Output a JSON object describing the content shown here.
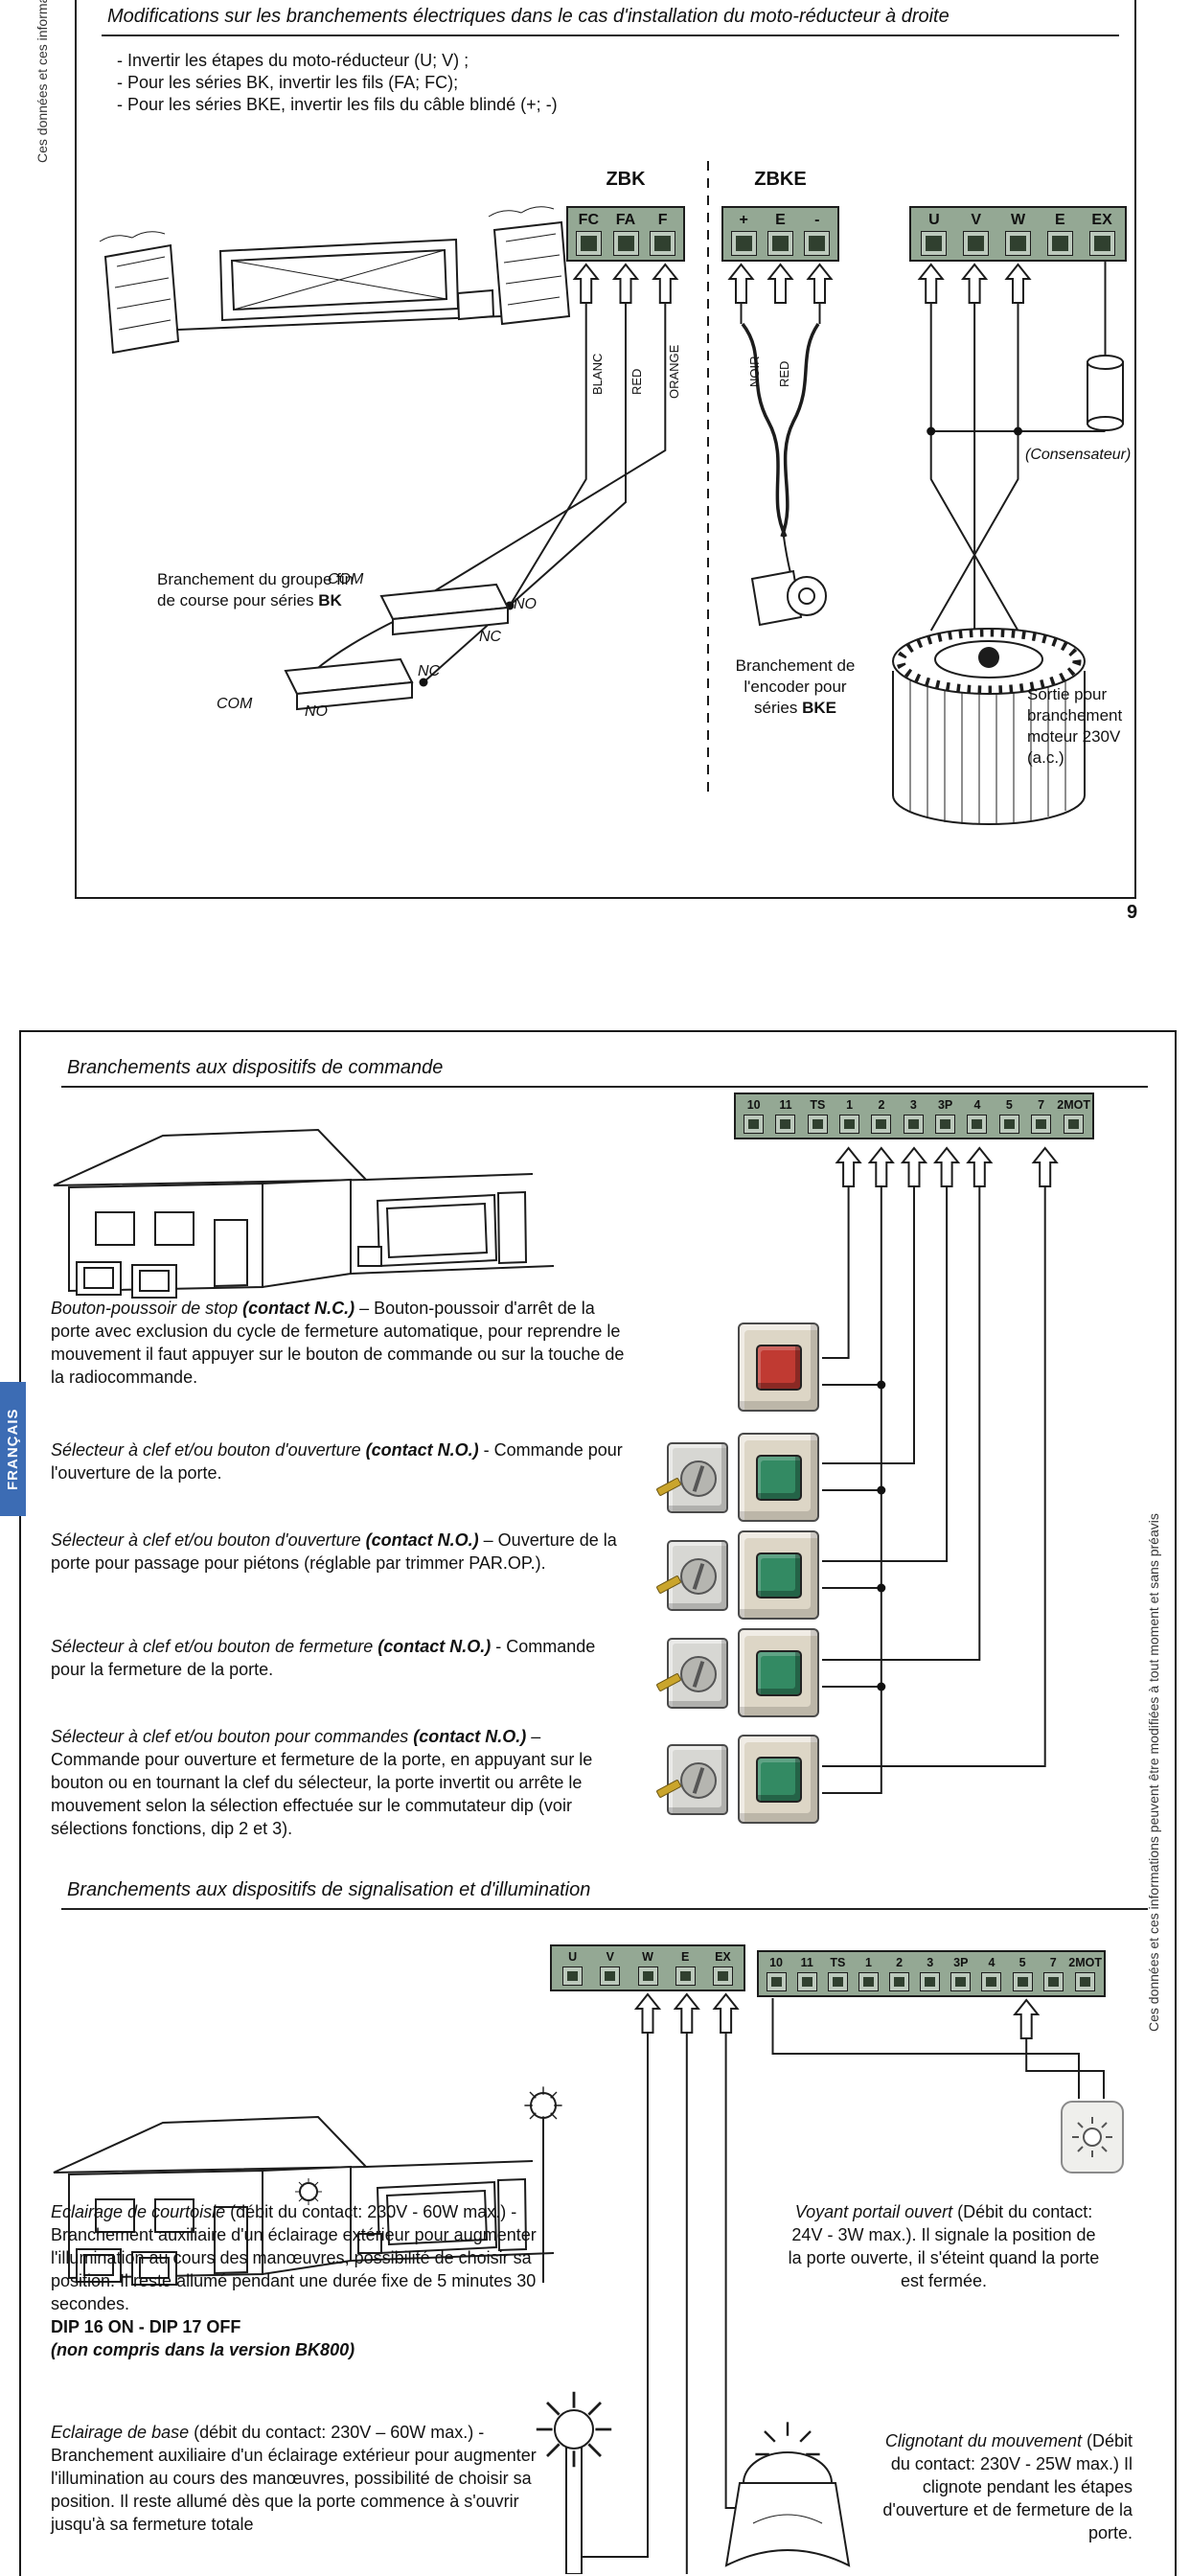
{
  "colors": {
    "accent_blue": "#3c6cb4",
    "terminal_green": "#94a894",
    "button_red": "#c03a32",
    "button_green": "#338a63"
  },
  "page1": {
    "margin_note": "Ces données et ces informations peuv",
    "title": "Modifications sur les branchements électriques dans le cas d'installation du moto-réducteur à droite",
    "bullets": [
      "- Invertir les étapes du moto-réducteur (U; V) ;",
      "- Pour les séries BK, invertir les fils (FA; FC);",
      "- Pour les séries BKE, invertir les fils du câble blindé (+; -)"
    ],
    "zbk": {
      "label": "ZBK",
      "terminals": [
        "FC",
        "FA",
        "F"
      ],
      "wire_labels": [
        "BLANC",
        "RED",
        "ORANGE"
      ]
    },
    "zbke": {
      "label": "ZBKE",
      "terminals": [
        "+",
        "E",
        "-"
      ],
      "wire_labels": [
        "NOIR",
        "RED"
      ]
    },
    "motor_terminals": [
      "U",
      "V",
      "W",
      "E",
      "EX"
    ],
    "limit_caption": [
      {
        "t": "Branchement du groupe fin\nde course pour séries "
      },
      {
        "t": "BK",
        "s": "b"
      }
    ],
    "encoder_caption": [
      {
        "t": "Branchement de\nl'encoder pour\nséries "
      },
      {
        "t": "BKE",
        "s": "b"
      }
    ],
    "condenser_caption": "(Consensateur)",
    "motor_caption": "Sortie pour\nbranchement\nmoteur 230V\n(a.c.)",
    "contacts": {
      "com": "COM",
      "no": "NO",
      "nc": "NC"
    },
    "page_number": "9"
  },
  "page2": {
    "ribbon": "FRANÇAIS",
    "margin_note": "Ces données et ces informations peuvent être modifiées à tout moment et sans préavis",
    "section_command": {
      "title": "Branchements aux dispositifs de commande",
      "terminals": [
        "10",
        "11",
        "TS",
        "1",
        "2",
        "3",
        "3P",
        "4",
        "5",
        "7",
        "2MOT"
      ],
      "paragraphs": [
        [
          {
            "t": "Bouton-poussoir de stop ",
            "s": "i"
          },
          {
            "t": "(contact N.C.)",
            "s": "bi"
          },
          {
            "t": " – Bouton-poussoir d'arrêt de la porte avec exclusion du cycle de fermeture automatique, pour reprendre le mouvement il faut appuyer sur le bouton de commande ou sur la touche de la radiocommande."
          }
        ],
        [
          {
            "t": "Sélecteur à clef et/ou bouton d'ouverture ",
            "s": "i"
          },
          {
            "t": "(contact N.O.)",
            "s": "bi"
          },
          {
            "t": " - Commande pour l'ouverture de la porte."
          }
        ],
        [
          {
            "t": "Sélecteur à clef et/ou bouton d'ouverture ",
            "s": "i"
          },
          {
            "t": "(contact N.O.)",
            "s": "bi"
          },
          {
            "t": " – Ouverture de la porte pour passage pour piétons (réglable par trimmer PAR.OP.)."
          }
        ],
        [
          {
            "t": "Sélecteur à clef et/ou bouton de fermeture ",
            "s": "i"
          },
          {
            "t": "(contact N.O.)",
            "s": "bi"
          },
          {
            "t": " - Commande pour la fermeture de la porte."
          }
        ],
        [
          {
            "t": "Sélecteur à clef et/ou bouton pour commandes ",
            "s": "i"
          },
          {
            "t": "(contact N.O.)",
            "s": "bi"
          },
          {
            "t": " – Commande pour ouverture et fermeture de la porte, en appuyant sur le bouton ou en tournant la clef du sélecteur, la porte invertit ou arrête le mouvement selon la sélection effectuée sur le commutateur dip (voir sélections fonctions, dip 2 et 3)."
          }
        ]
      ]
    },
    "section_signal": {
      "title": "Branchements aux dispositifs de signalisation et d'illumination",
      "terminals_motor": [
        "U",
        "V",
        "W",
        "E",
        "EX"
      ],
      "terminals_control": [
        "10",
        "11",
        "TS",
        "1",
        "2",
        "3",
        "3P",
        "4",
        "5",
        "7",
        "2MOT"
      ],
      "courtesy_light": [
        {
          "t": "Eclairage de courtoisie ",
          "s": "i"
        },
        {
          "t": "(débit du contact: 230V - 60W max.) - Branchement auxiliaire d'un éclairage extérieur pour augmenter l'illumination au cours des manœuvres, possibilité de choisir sa position. Il reste allumé pendant une durée fixe de 5 minutes 30 secondes."
        }
      ],
      "dip_line": "DIP 16 ON - DIP 17 OFF",
      "dip_note": "(non compris dans la version BK800)",
      "base_light": [
        {
          "t": "Eclairage de base ",
          "s": "i"
        },
        {
          "t": "(débit du contact: 230V – 60W max.) - Branchement auxiliaire d'un éclairage extérieur pour augmenter l'illumination au cours des manœuvres, possibilité de choisir sa position.  Il reste allumé dès que la porte commence à s'ouvrir jusqu'à sa fermeture totale"
        }
      ],
      "open_indicator": [
        {
          "t": "Voyant portail ouvert ",
          "s": "i"
        },
        {
          "t": "(Débit du contact: 24V - 3W max.). Il signale la position de la porte ouverte, il s'éteint quand la porte est fermée."
        }
      ],
      "flasher": [
        {
          "t": "Clignotant du mouvement ",
          "s": "i"
        },
        {
          "t": "(Débit du  contact: 230V - 25W max.) Il clignote pendant les étapes d'ouverture et de fermeture de la porte."
        }
      ]
    }
  }
}
